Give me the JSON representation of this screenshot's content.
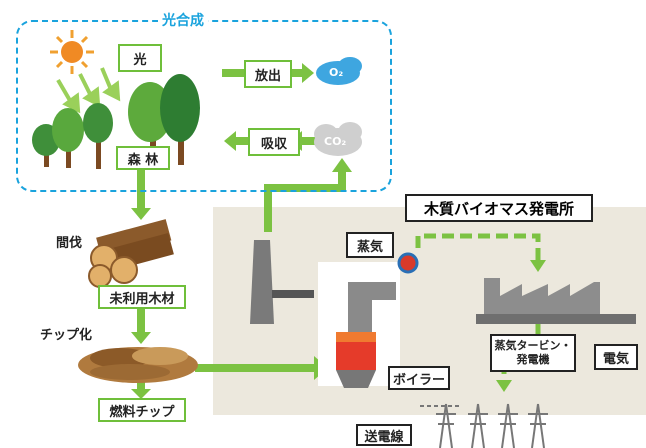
{
  "photosynthesis": {
    "label": "光合成"
  },
  "light": "光",
  "release": "放出",
  "absorb": "吸収",
  "o2": "O₂",
  "co2": "CO₂",
  "forest": "森 林",
  "thinning": "間伐",
  "unused_wood": "未利用木材",
  "chipping": "チップ化",
  "fuel_chip": "燃料チップ",
  "plant_title": "木質バイオマス発電所",
  "steam": "蒸気",
  "boiler": "ボイラー",
  "turbine": "蒸気タービン・\n発電機",
  "electricity": "電気",
  "transmission": "送電線",
  "colors": {
    "arrow_green": "#7cc242",
    "frame_blue": "#1aa3dd",
    "plant_bg": "#ece8dd",
    "box_border": "#6fbf3a"
  }
}
